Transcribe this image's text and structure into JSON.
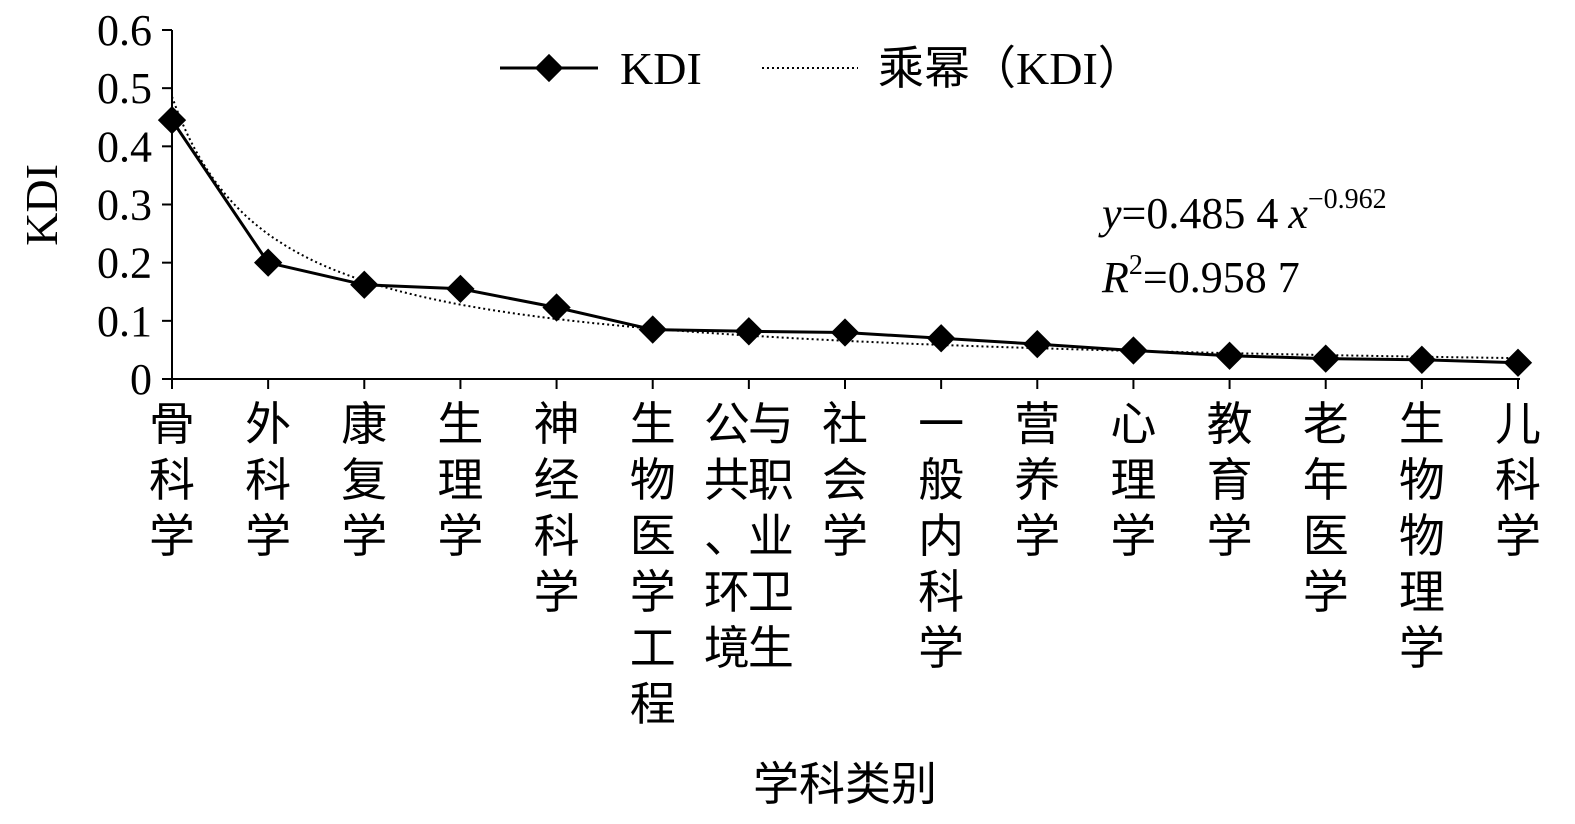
{
  "chart_data": {
    "type": "line",
    "ylabel": "KDI",
    "xlabel": "学科类别",
    "ylim": [
      0,
      0.6
    ],
    "yticks": [
      "0",
      "0.1",
      "0.2",
      "0.3",
      "0.4",
      "0.5",
      "0.6"
    ],
    "categories": [
      "骨科学",
      "外科学",
      "康复学",
      "生理学",
      "神经科学",
      "生物医学工程",
      "公共、环境与职业卫生",
      "社会学",
      "一般内科学",
      "营养学",
      "心理学",
      "教育学",
      "老年医学",
      "生物物理学",
      "儿科学"
    ],
    "category_columns": [
      [
        "骨科学"
      ],
      [
        "外科学"
      ],
      [
        "康复学"
      ],
      [
        "生理学"
      ],
      [
        "神经科学"
      ],
      [
        "生物医学工程"
      ],
      [
        "公共、环境",
        "与职业卫生"
      ],
      [
        "社会学"
      ],
      [
        "一般内科学"
      ],
      [
        "营养学"
      ],
      [
        "心理学"
      ],
      [
        "教育学"
      ],
      [
        "老年医学"
      ],
      [
        "生物物理学"
      ],
      [
        "儿科学"
      ]
    ],
    "series": [
      {
        "name": "KDI",
        "values": [
          0.445,
          0.2,
          0.162,
          0.155,
          0.123,
          0.085,
          0.082,
          0.08,
          0.07,
          0.06,
          0.049,
          0.04,
          0.035,
          0.033,
          0.028
        ]
      },
      {
        "name": "乘幂（KDI）",
        "type": "power-trend",
        "a": 0.4854,
        "b": -0.962
      }
    ],
    "legend": {
      "position": "top",
      "items": [
        "KDI",
        "乘幂（KDI）"
      ]
    },
    "annotation": {
      "y_var": "y",
      "eq_rest": "=0.485 4",
      "x_var": "x",
      "exponent": "−0.962",
      "r_var": "R",
      "r_sup": "2",
      "r_rest": "=0.958 7"
    },
    "grid": false
  }
}
